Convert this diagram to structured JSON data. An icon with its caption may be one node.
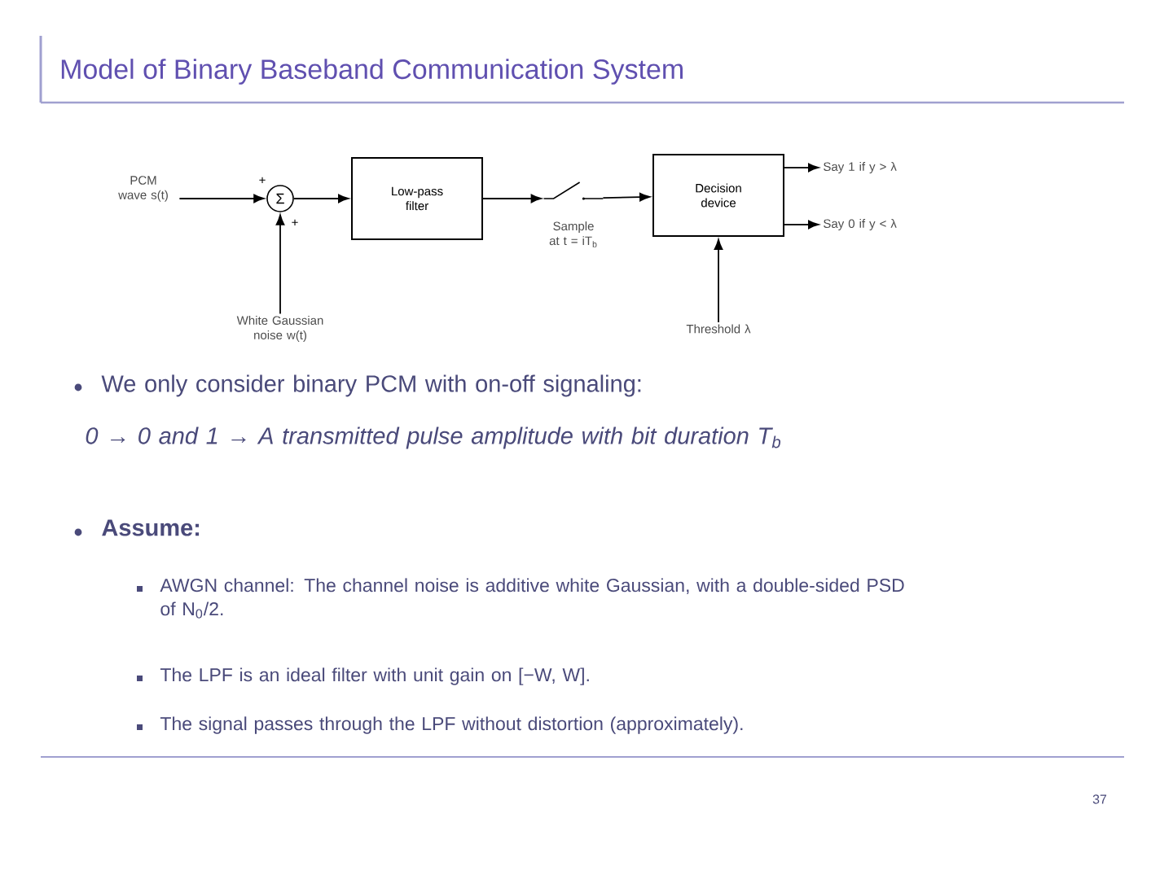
{
  "diagram": {
    "title": "Model of Binary Baseband Communication System",
    "nodes": [
      {
        "text": [
          "PCM wave s(t)"
        ]
      },
      {
        "text": [
          "Σ"
        ]
      },
      {
        "text": [
          "Low-pass filter"
        ]
      },
      {
        "text": [],
        "shape": "switch",
        "beside": [
          "Sample at t = iT$_{b}$"
        ]
      },
      {
        "text": [
          "Decision device"
        ]
      },
      {
        "text": [
          "Say 1 if y > λ"
        ]
      },
      {
        "text": [
          "Say 0 if y < λ"
        ]
      },
      {
        "text": [
          "White Gaussian noise w(t)"
        ]
      },
      {
        "text": [
          "Threshold λ"
        ]
      }
    ],
    "edges": [
      {
        "from": 0,
        "to": 1,
        "arrow": "to"
      },
      {
        "from": 7,
        "to": 1,
        "arrow": "to"
      },
      {
        "from": 1,
        "to": 2,
        "arrow": "to"
      },
      {
        "from": 2,
        "to": 3,
        "arrow": "to"
      },
      {
        "from": 3,
        "to": 4,
        "arrow": "to"
      },
      {
        "from": 4,
        "to": 5,
        "arrow": "to"
      },
      {
        "from": 4,
        "to": 6,
        "arrow": "to"
      },
      {
        "from": 8,
        "to": 4,
        "arrow": "to"
      }
    ],
    "labels": [
      "+",
      "+",
      "We only consider binary PCM with on-off signaling:",
      "0 → 0 and 1 → A transmitted pulse amplitude with bit duration T$_{b}$",
      "Assume:",
      "AWGN channel: The channel noise is additive white Gaussian, with a double-sided PSD of N$_{0}$/2.",
      "The LPF is an ideal filter with unit gain on [−W, W].",
      "The signal passes through the LPF without distortion (approximately).",
      "37"
    ]
  }
}
